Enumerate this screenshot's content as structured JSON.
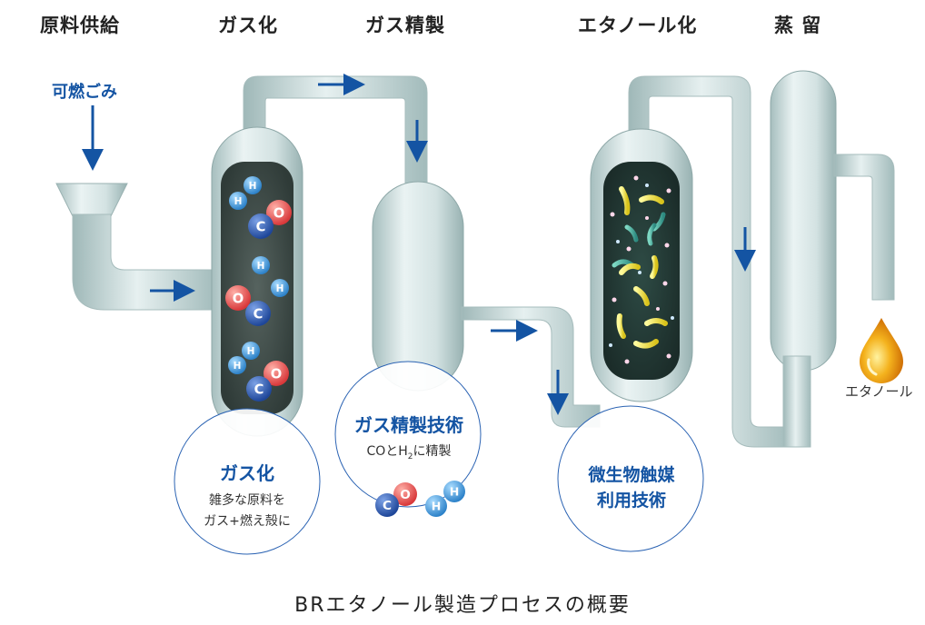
{
  "stages": [
    "原料供給",
    "ガス化",
    "ガス精製",
    "エタノール化",
    "蒸 留"
  ],
  "input_label": "可燃ごみ",
  "gasification": {
    "title": "ガス化",
    "desc_line1": "雑多な原料を",
    "desc_line2": "ガス+燃え殻に"
  },
  "purification": {
    "title": "ガス精製技術",
    "desc_prefix": "COとH",
    "desc_sub": "2",
    "desc_suffix": "に精製"
  },
  "microbe": {
    "title_line1": "微生物触媒",
    "title_line2": "利用技術"
  },
  "output_label": "エタノール",
  "caption": "BRエタノール製造プロセスの概要",
  "atoms": {
    "H": "H",
    "C": "C",
    "O": "O"
  },
  "colors": {
    "pipe": "#c9dada",
    "vessel_dark": "#3b4a46",
    "arrow": "#1454a3",
    "oxygen": "#e05050",
    "carbon": "#2a55a8",
    "hydrogen": "#3a90d6",
    "ethanol": "#f3a21b"
  }
}
